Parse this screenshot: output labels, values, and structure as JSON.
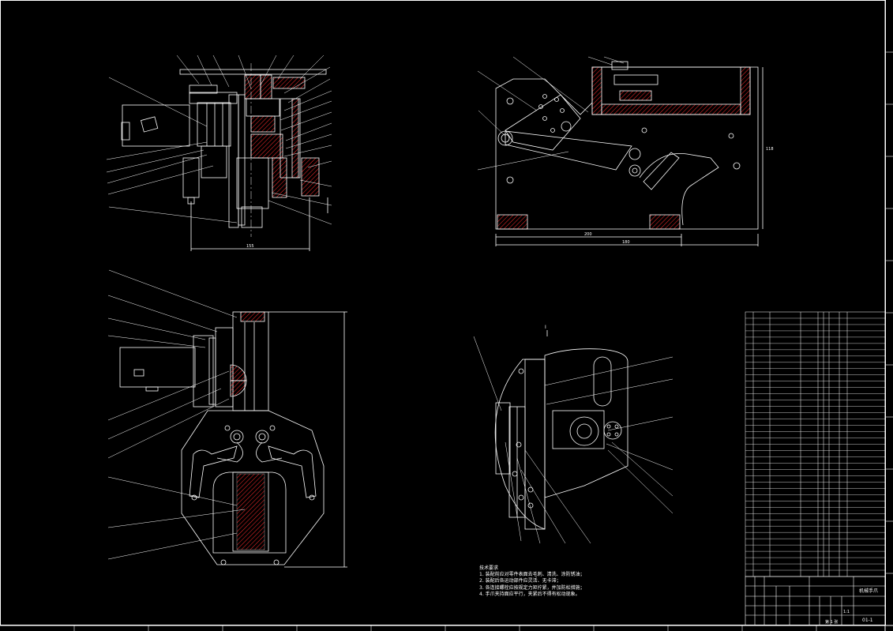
{
  "sheet": {
    "background": "#000000",
    "line_color": "#ffffff",
    "hatch_color": "#ff0000",
    "accent_color": "#ffff00"
  },
  "views": [
    {
      "id": "front-section",
      "marker": ""
    },
    {
      "id": "side-view",
      "marker": ""
    },
    {
      "id": "gripper-view",
      "marker": ""
    },
    {
      "id": "detail-view",
      "marker": "Ⅰ"
    }
  ],
  "dimensions": {
    "side_width": "200",
    "side_overall": "180",
    "side_height": "118",
    "front_width": "155"
  },
  "notes": {
    "title": "技术要求",
    "items": [
      "1. 装配前应对零件表面去毛刺、清洗、涂防锈油；",
      "2. 装配后各运动部件应灵活、无卡滞；",
      "3. 各连接螺栓应按规定力矩拧紧，并加防松措施；",
      "4. 手爪夹持面应平行，夹紧后不得有松动现象。"
    ]
  },
  "title_block": {
    "drawing_name": "机械手爪",
    "drawing_no": "01-1",
    "scale": "1:1",
    "sheet": "第 1 张"
  }
}
